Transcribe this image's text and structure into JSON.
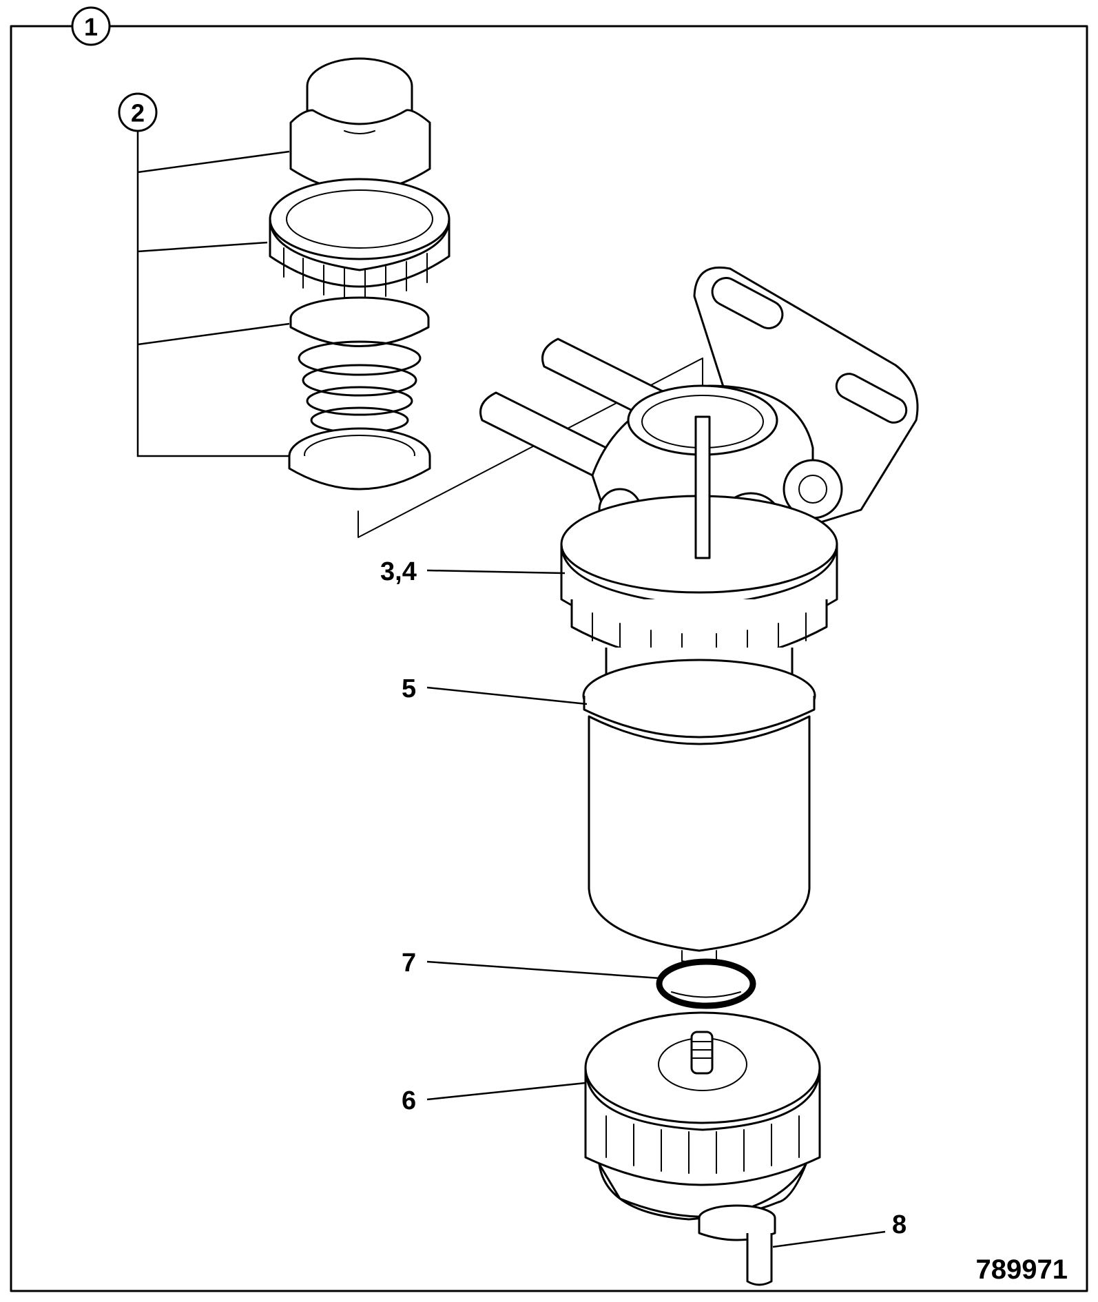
{
  "diagram": {
    "callouts": {
      "assembly": "1",
      "kit": "2",
      "head": "3,4",
      "element": "5",
      "bowl": "6",
      "o_ring": "7",
      "drain": "8"
    },
    "reference_number": "789971"
  }
}
